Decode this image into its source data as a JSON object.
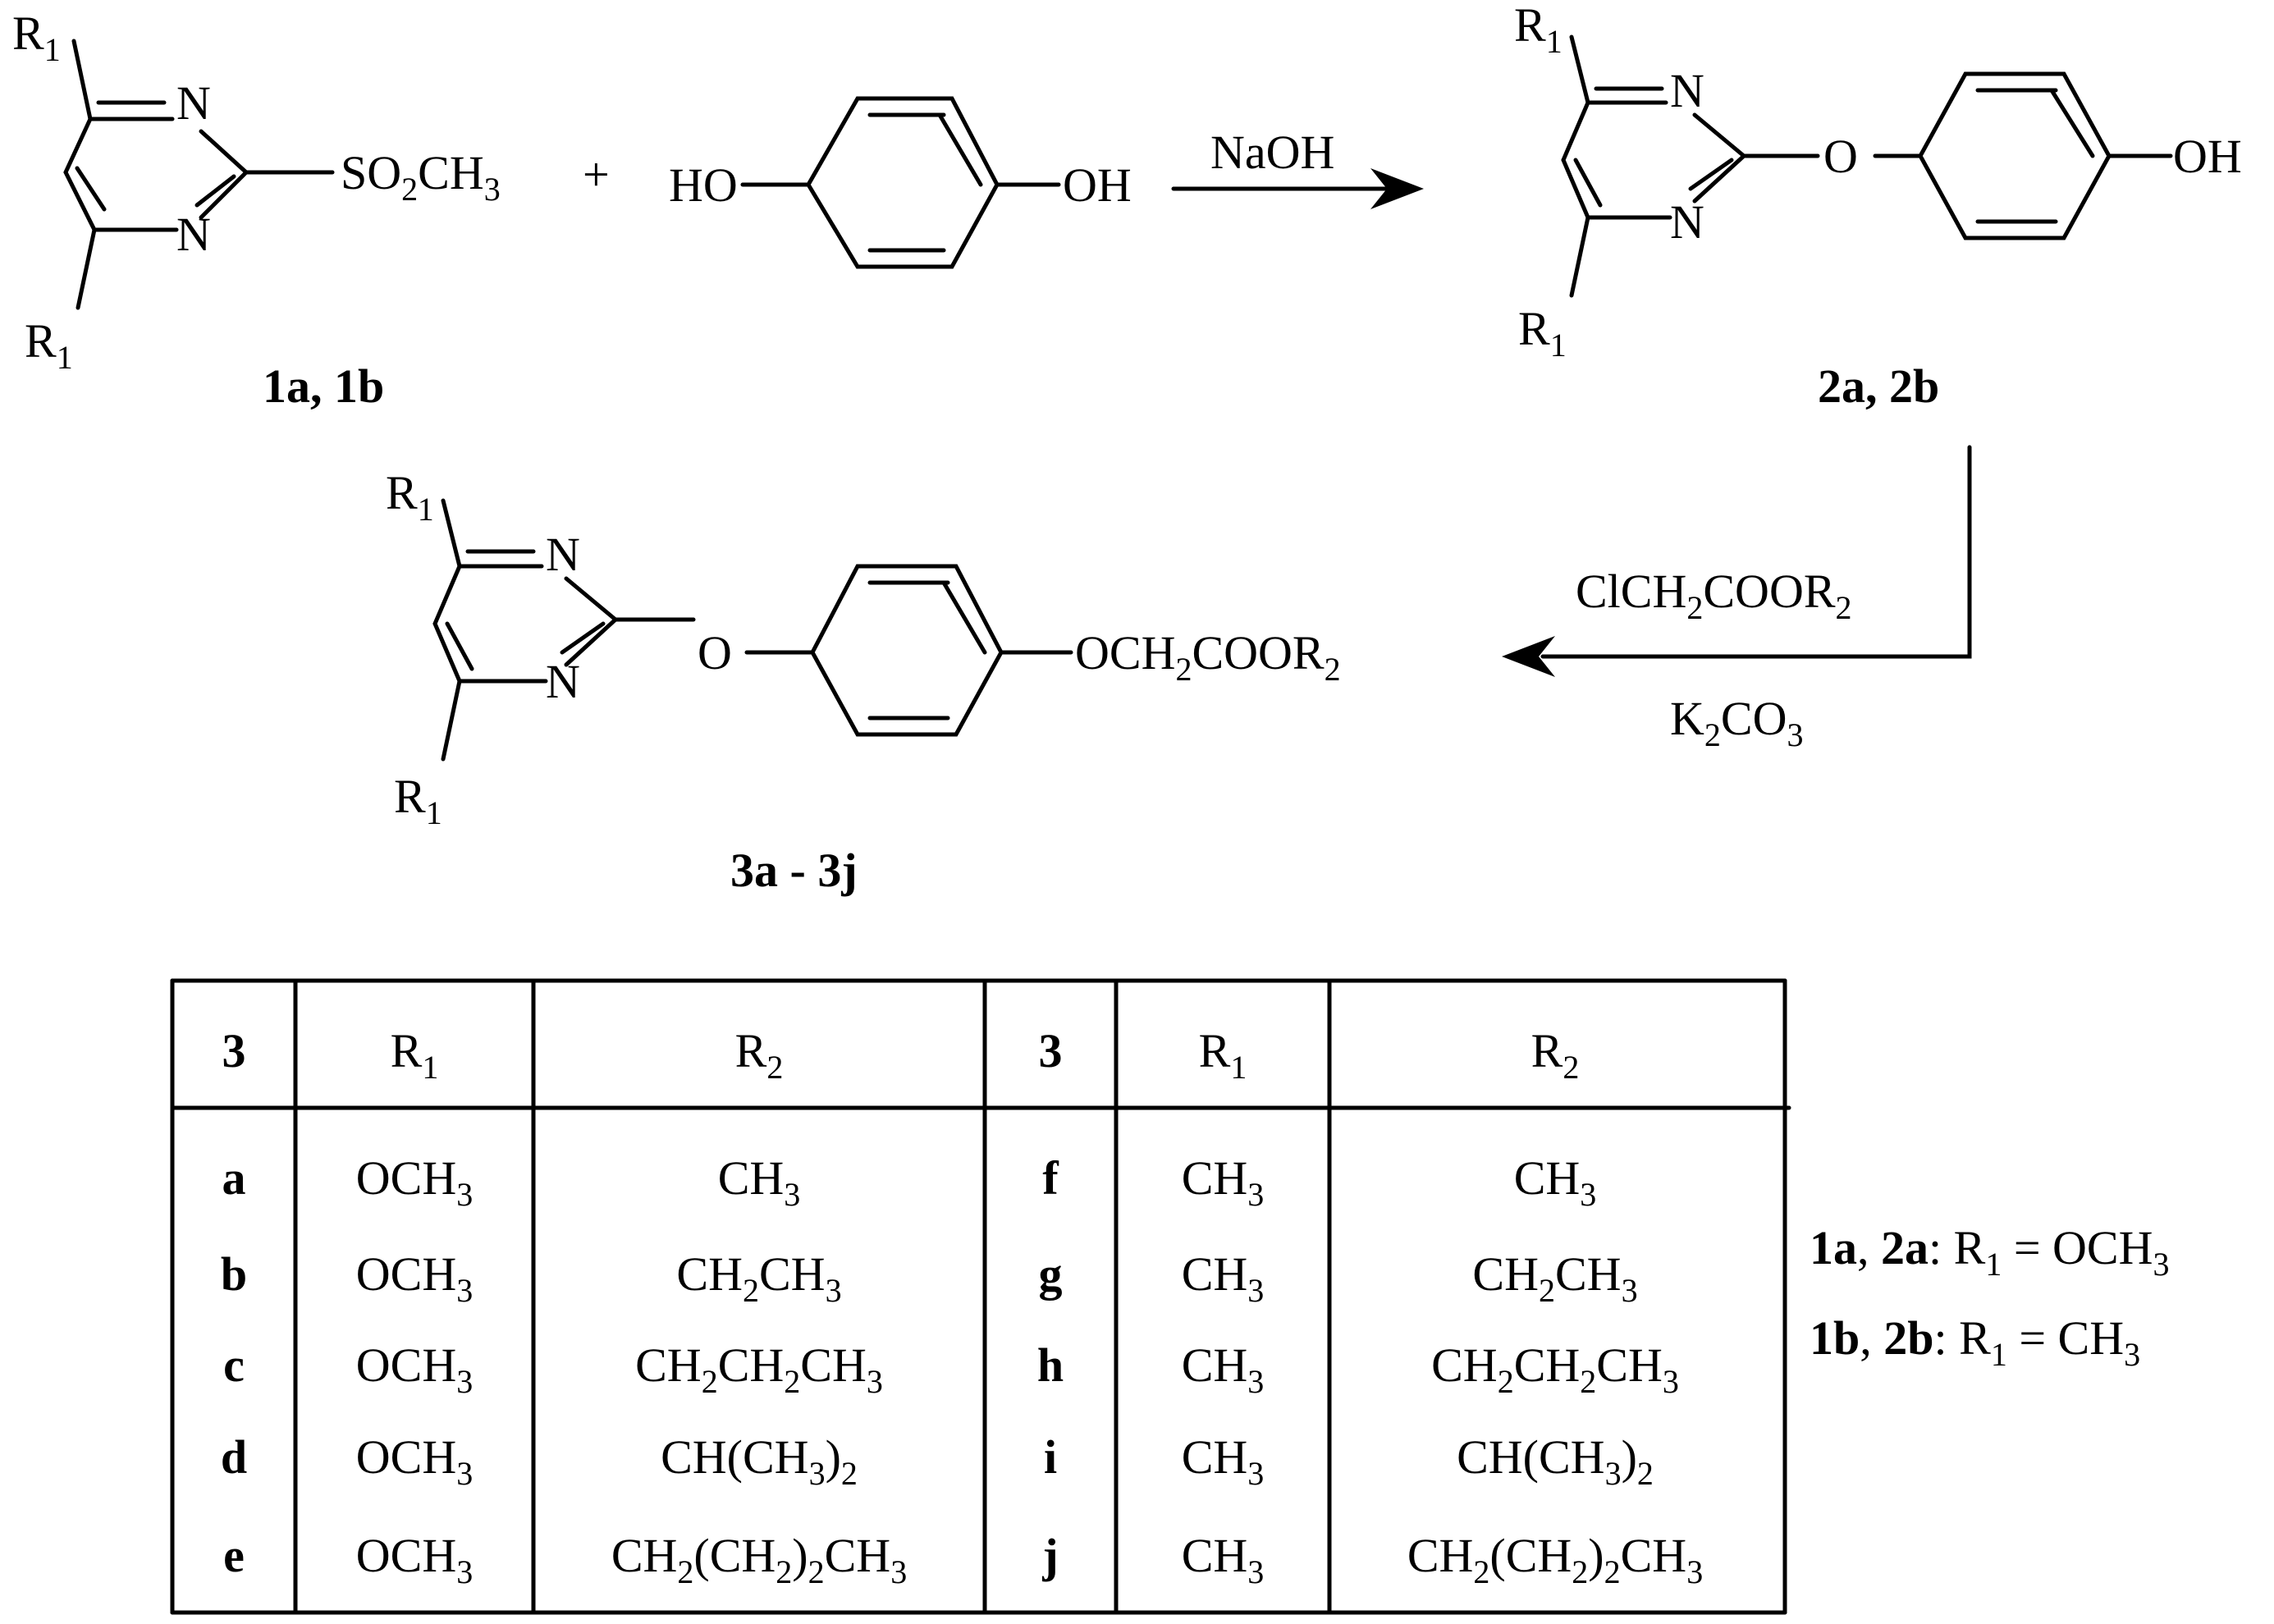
{
  "compounds": {
    "c1": "1a, 1b",
    "c2": "2a, 2b",
    "c3": "3a - 3j"
  },
  "substituents": {
    "r1": "R1",
    "sulfonyl": "SO2CH3",
    "ho": "HO",
    "oh": "OH",
    "oxygen": "O",
    "ring_n": "N",
    "tail": "OCH2COOR2",
    "plus": "+"
  },
  "reagents": {
    "step1": "NaOH",
    "step2_top": "ClCH2COOR2",
    "step2_bottom": "K2CO3"
  },
  "table": {
    "headers": [
      "3",
      "R1",
      "R2",
      "3",
      "R1",
      "R2"
    ],
    "rows": [
      [
        "a",
        "OCH3",
        "CH3",
        "f",
        "CH3",
        "CH3"
      ],
      [
        "b",
        "OCH3",
        "CH2CH3",
        "g",
        "CH3",
        "CH2CH3"
      ],
      [
        "c",
        "OCH3",
        "CH2CH2CH3",
        "h",
        "CH3",
        "CH2CH2CH3"
      ],
      [
        "d",
        "OCH3",
        "CH(CH3)2",
        "i",
        "CH3",
        "CH(CH3)2"
      ],
      [
        "e",
        "OCH3",
        "CH2(CH2)2CH3",
        "j",
        "CH3",
        "CH2(CH2)2CH3"
      ]
    ]
  },
  "legend": [
    {
      "compounds": "1a, 2a",
      "text": "R1 = OCH3"
    },
    {
      "compounds": "1b, 2b",
      "text": "R1 = CH3"
    }
  ]
}
